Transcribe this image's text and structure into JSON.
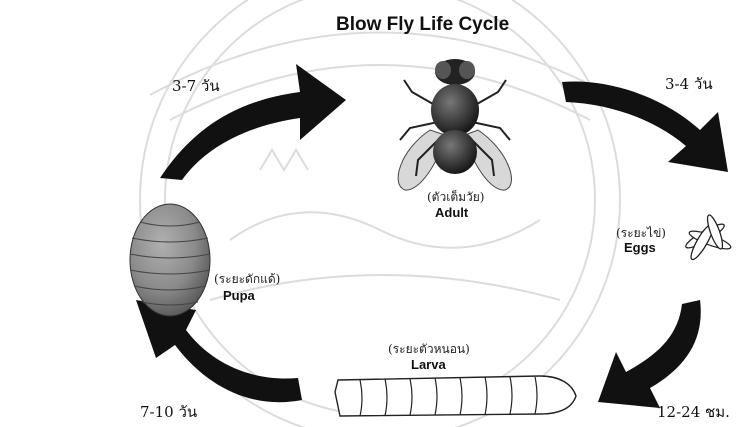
{
  "title": "Blow Fly Life Cycle",
  "stages": {
    "adult": {
      "thai": "(ตัวเต็มวัย)",
      "english": "Adult"
    },
    "eggs": {
      "thai": "(ระยะไข่)",
      "english": "Eggs"
    },
    "larva": {
      "thai": "(ระยะตัวหนอน)",
      "english": "Larva"
    },
    "pupa": {
      "thai": "(ระยะดักแด้)",
      "english": "Pupa"
    }
  },
  "durations": {
    "pupa_to_adult": "3-7 วัน",
    "adult_to_eggs": "3-4 วัน",
    "eggs_to_larva": "12-24 ชม.",
    "larva_to_pupa": "7-10 วัน"
  },
  "colors": {
    "ink": "#111111",
    "watermark": "#d9d9d9",
    "pupa": "#8a8a8a",
    "fly_body": "#2a2a2a",
    "wing": "#d8d8d8"
  }
}
